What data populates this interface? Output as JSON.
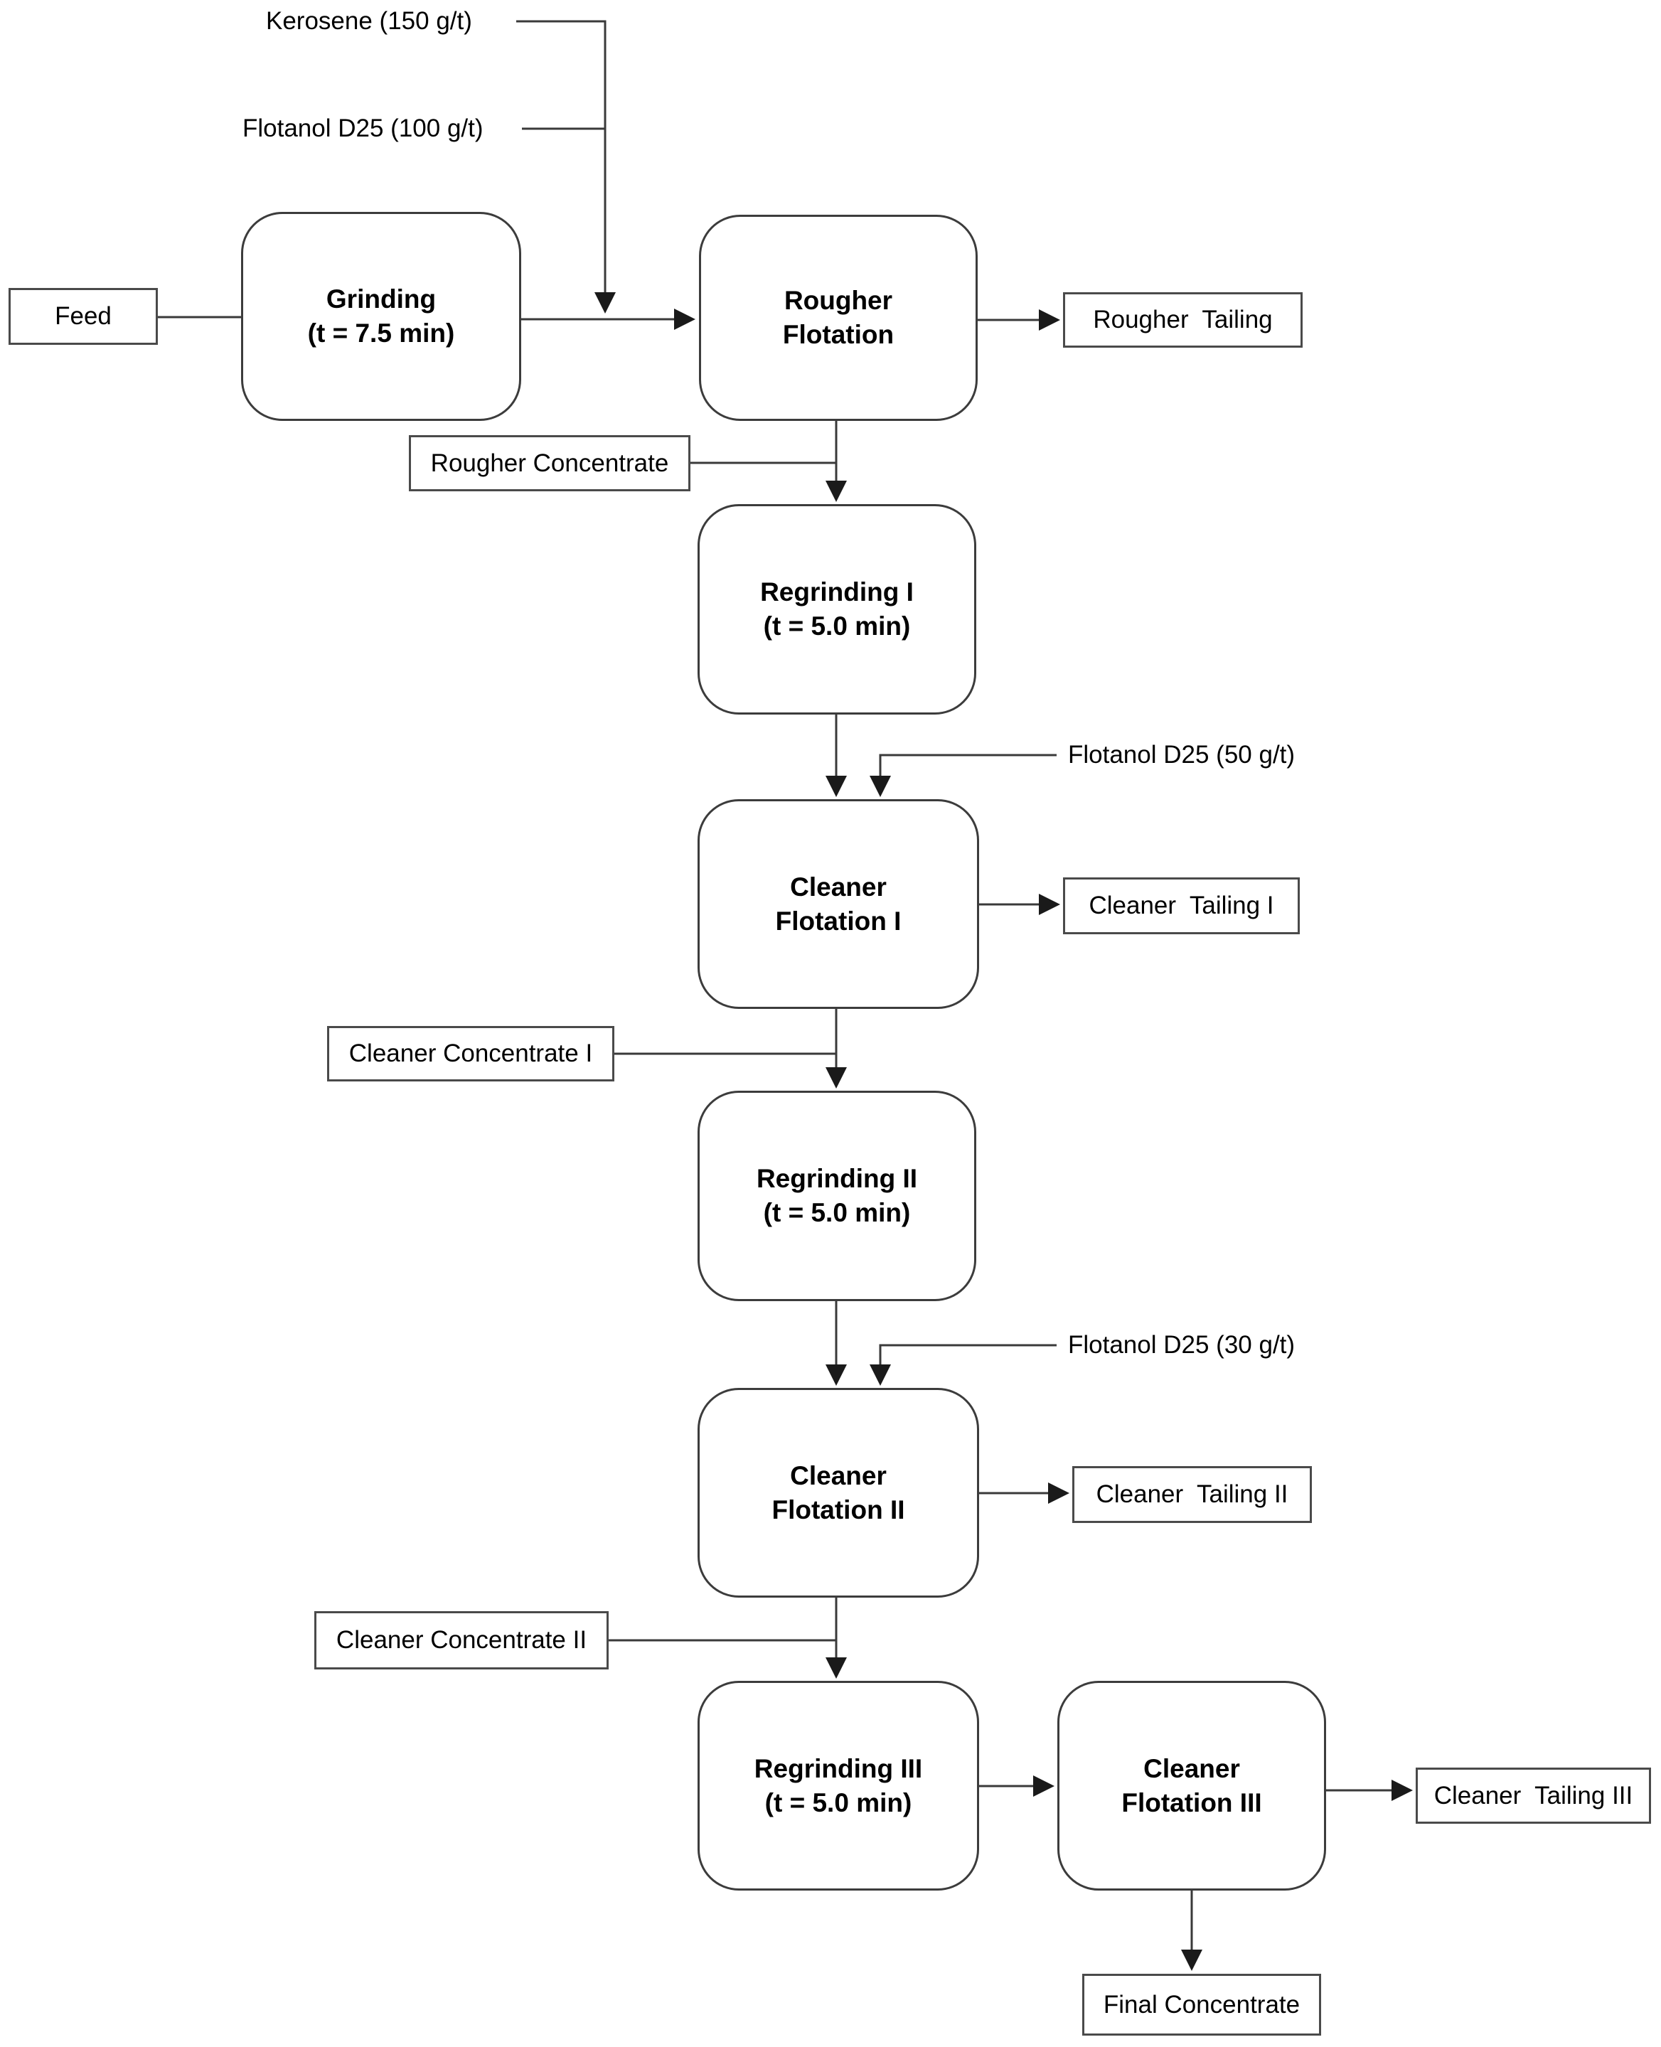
{
  "diagram": {
    "title_hint": "Flotation flowsheet",
    "colors": {
      "line": "#3a3a3a",
      "box_border": "#3c3c3c",
      "text": "#000000",
      "background": "#ffffff"
    },
    "reagents": {
      "kerosene": {
        "label": "Kerosene (150 g/t)"
      },
      "flotanol_100": {
        "label": "Flotanol D25 (100 g/t)"
      },
      "flotanol_50": {
        "label": "Flotanol D25 (50 g/t)"
      },
      "flotanol_30": {
        "label": "Flotanol D25 (30 g/t)"
      }
    },
    "processes": {
      "grinding": {
        "label": "Grinding\n(t = 7.5 min)"
      },
      "rougher_flotation": {
        "label": "Rougher\nFlotation"
      },
      "regrinding_1": {
        "label": "Regrinding I\n(t = 5.0 min)"
      },
      "cleaner_flotation_1": {
        "label": "Cleaner\nFlotation I"
      },
      "regrinding_2": {
        "label": "Regrinding II\n(t = 5.0 min)"
      },
      "cleaner_flotation_2": {
        "label": "Cleaner\nFlotation II"
      },
      "regrinding_3": {
        "label": "Regrinding III\n(t = 5.0 min)"
      },
      "cleaner_flotation_3": {
        "label": "Cleaner\nFlotation III"
      }
    },
    "streams": {
      "feed": {
        "label": "Feed"
      },
      "rougher_tailing": {
        "label": "Rougher  Tailing"
      },
      "rougher_concentrate": {
        "label": "Rougher Concentrate"
      },
      "cleaner_tailing_1": {
        "label": "Cleaner  Tailing I"
      },
      "cleaner_concentrate_1": {
        "label": "Cleaner Concentrate I"
      },
      "cleaner_tailing_2": {
        "label": "Cleaner  Tailing II"
      },
      "cleaner_concentrate_2": {
        "label": "Cleaner Concentrate II"
      },
      "cleaner_tailing_3": {
        "label": "Cleaner  Tailing III"
      },
      "final_concentrate": {
        "label": "Final Concentrate"
      }
    }
  }
}
